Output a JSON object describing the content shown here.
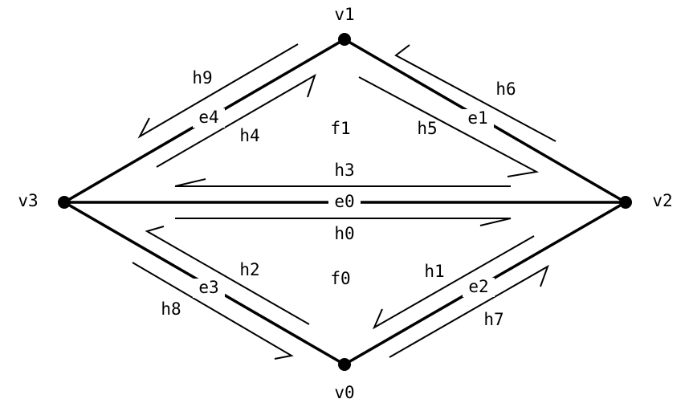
{
  "vertices": [
    {
      "id": "v0",
      "label": "v0"
    },
    {
      "id": "v1",
      "label": "v1"
    },
    {
      "id": "v2",
      "label": "v2"
    },
    {
      "id": "v3",
      "label": "v3"
    }
  ],
  "edges": [
    {
      "id": "e0",
      "label": "e0",
      "from": "v3",
      "to": "v2"
    },
    {
      "id": "e1",
      "label": "e1",
      "from": "v1",
      "to": "v2"
    },
    {
      "id": "e2",
      "label": "e2",
      "from": "v0",
      "to": "v2"
    },
    {
      "id": "e3",
      "label": "e3",
      "from": "v3",
      "to": "v0"
    },
    {
      "id": "e4",
      "label": "e4",
      "from": "v3",
      "to": "v1"
    }
  ],
  "half_edges": [
    {
      "id": "h0",
      "label": "h0",
      "edge": "e0",
      "from": "v3",
      "to": "v2"
    },
    {
      "id": "h1",
      "label": "h1",
      "edge": "e2",
      "from": "v2",
      "to": "v0"
    },
    {
      "id": "h2",
      "label": "h2",
      "edge": "e3",
      "from": "v0",
      "to": "v3"
    },
    {
      "id": "h3",
      "label": "h3",
      "edge": "e0",
      "from": "v2",
      "to": "v3"
    },
    {
      "id": "h4",
      "label": "h4",
      "edge": "e4",
      "from": "v3",
      "to": "v1"
    },
    {
      "id": "h5",
      "label": "h5",
      "edge": "e1",
      "from": "v1",
      "to": "v2"
    },
    {
      "id": "h6",
      "label": "h6",
      "edge": "e1",
      "from": "v2",
      "to": "v1"
    },
    {
      "id": "h7",
      "label": "h7",
      "edge": "e2",
      "from": "v0",
      "to": "v2"
    },
    {
      "id": "h8",
      "label": "h8",
      "edge": "e3",
      "from": "v3",
      "to": "v0"
    },
    {
      "id": "h9",
      "label": "h9",
      "edge": "e4",
      "from": "v1",
      "to": "v3"
    }
  ],
  "faces": [
    {
      "id": "f0",
      "label": "f0"
    },
    {
      "id": "f1",
      "label": "f1"
    }
  ]
}
